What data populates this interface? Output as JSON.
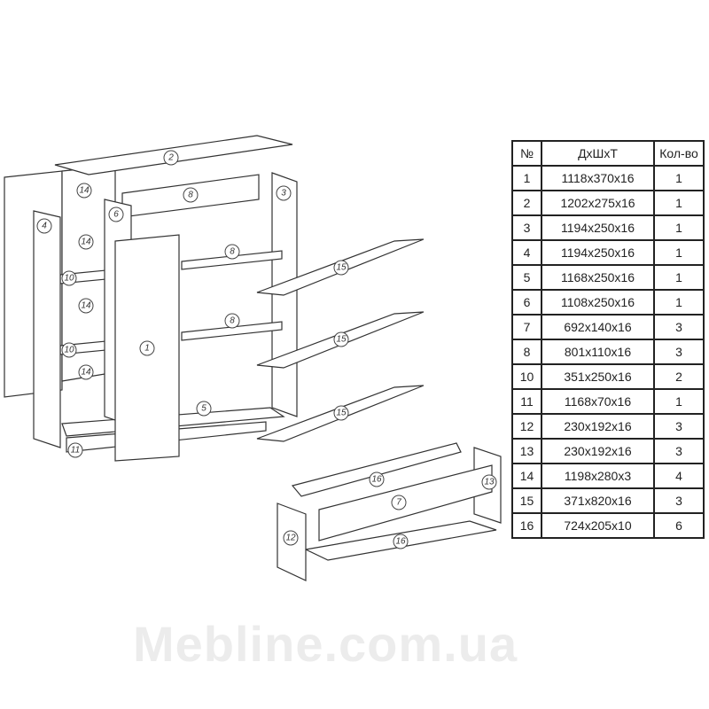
{
  "watermark": "Mebline.com.ua",
  "table": {
    "headers": [
      "№",
      "ДхШхТ",
      "Кол-во"
    ],
    "rows": [
      [
        "1",
        "1118x370x16",
        "1"
      ],
      [
        "2",
        "1202x275x16",
        "1"
      ],
      [
        "3",
        "1194x250x16",
        "1"
      ],
      [
        "4",
        "1194x250x16",
        "1"
      ],
      [
        "5",
        "1168x250x16",
        "1"
      ],
      [
        "6",
        "1108x250x16",
        "1"
      ],
      [
        "7",
        "692x140x16",
        "3"
      ],
      [
        "8",
        "801x110x16",
        "3"
      ],
      [
        "10",
        "351x250x16",
        "2"
      ],
      [
        "11",
        "1168x70x16",
        "1"
      ],
      [
        "12",
        "230x192x16",
        "3"
      ],
      [
        "13",
        "230x192x16",
        "3"
      ],
      [
        "14",
        "1198x280x3",
        "4"
      ],
      [
        "15",
        "371x820x16",
        "3"
      ],
      [
        "16",
        "724x205x10",
        "6"
      ]
    ]
  },
  "callouts": [
    "2",
    "14",
    "8",
    "3",
    "4",
    "6",
    "14",
    "10",
    "14",
    "8",
    "15",
    "1",
    "10",
    "14",
    "8",
    "15",
    "5",
    "15",
    "11",
    "16",
    "13",
    "7",
    "12",
    "16"
  ]
}
